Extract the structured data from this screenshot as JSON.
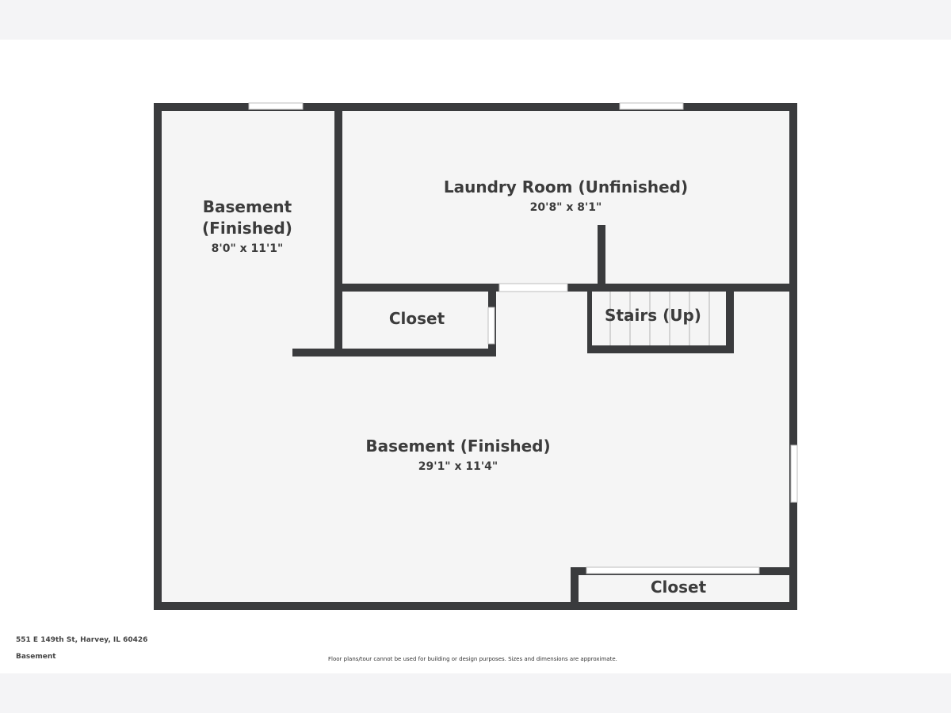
{
  "rooms": {
    "basement_small": {
      "name_line1": "Basement",
      "name_line2": "(Finished)",
      "dims": "8'0\" x 11'1\""
    },
    "laundry": {
      "name": "Laundry Room (Unfinished)",
      "dims": "20'8\" x 8'1\""
    },
    "closet_left": {
      "name": "Closet"
    },
    "stairs": {
      "name": "Stairs (Up)"
    },
    "basement_main": {
      "name": "Basement (Finished)",
      "dims": "29'1\" x 11'4\""
    },
    "closet_bottom": {
      "name": "Closet"
    }
  },
  "footer": {
    "address": "551 E 149th St, Harvey, IL 60426",
    "level": "Basement",
    "disclaimer": "Floor plans/tour cannot be used for building or design purposes. Sizes and dimensions are approximate."
  },
  "colors": {
    "wall": "#3a3b3d",
    "floor": "#f5f5f5",
    "text": "#3c3c3c"
  }
}
